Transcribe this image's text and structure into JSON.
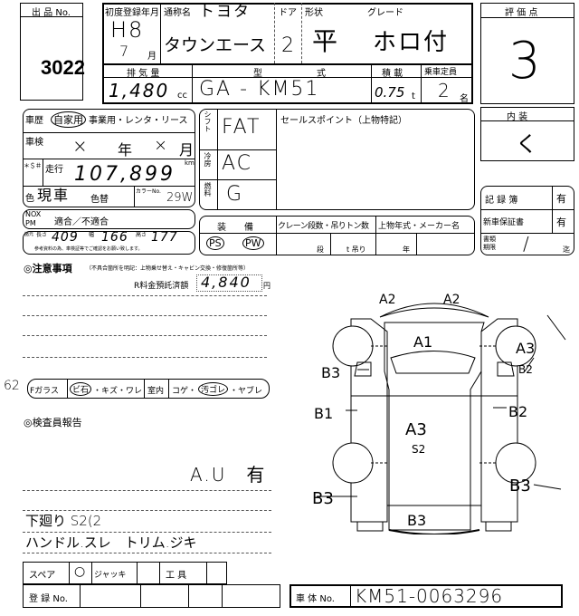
{
  "lot": {
    "label": "出 品 No.",
    "number": "3022"
  },
  "vehicle": {
    "reg_label": "初度登録年月",
    "era_year": "H8",
    "month": "7",
    "month_unit": "月",
    "name_label": "通称名",
    "maker": "トヨタ",
    "model_name": "タウンエース",
    "door_label": "ドア",
    "doors": "2",
    "shape_label": "形状",
    "shape": "平",
    "grade_label": "グレード",
    "grade": "ホロ付",
    "displacement_label": "排 気 量",
    "displacement": "1,480",
    "cc": "cc",
    "type_label_1": "型",
    "type_label_2": "式",
    "type": "GA - KM51",
    "load_label": "積 載",
    "load": "0.75",
    "load_unit": "t",
    "capacity_label": "乗車定員",
    "capacity": "2",
    "capacity_unit": "名"
  },
  "score": {
    "label": "評 価 点",
    "value": "3",
    "interior_label": "内 装",
    "interior": "く"
  },
  "history": {
    "label": "車歴",
    "options": "自家用",
    "options_rest": "事業用・レンタ・リース",
    "inspection_label": "車検",
    "inspection_year": "×",
    "year": "年",
    "inspection_month": "×",
    "month": "月",
    "mileage_prefix": "＊＄＃",
    "mileage_label": "走行",
    "mileage": "107,899",
    "km": "km",
    "color_label": "色",
    "color": "現車",
    "color_change": "色替",
    "color_no_label": "カラーNo.",
    "color_no": "29W"
  },
  "nox": {
    "label_1": "NOX",
    "label_2": "PM",
    "value": "適合／不適合"
  },
  "dims": {
    "label": "諸元",
    "length_label": "長さ",
    "length": "409",
    "width_label": "幅",
    "width": "166",
    "height_label": "高さ",
    "height": "177",
    "note": "参考資料の為、車検証等でご確認をお願い致します。"
  },
  "specs": {
    "shift_label": "シフト",
    "shift": "FAT",
    "ac_label": "冷房",
    "ac": "AC",
    "fuel_label": "燃料",
    "fuel": "G",
    "sales_label": "セールスポイント（上物特記）"
  },
  "equipment": {
    "label": "装　　備",
    "crane_label": "クレーン段数・吊りトン数",
    "body_label": "上物年式・メーカー名",
    "items": [
      "PS",
      "PW"
    ],
    "dan": "段",
    "ton": "t 吊り",
    "nen": "年"
  },
  "records": {
    "book_label": "記 録 簿",
    "book": "有",
    "warranty_label": "新車保証書",
    "warranty": "有",
    "doc_label": "書類期限",
    "doc_value": "/",
    "doc_unit": "迄"
  },
  "notes": {
    "title": "◎注意事項",
    "subtitle": "（不具合箇所を明記：上物乗せ替え・キャビン交換・修復箇所等）",
    "recycle_label": "R料金預託済額",
    "recycle": "4,840",
    "yen": "円"
  },
  "glass": {
    "margin": "62",
    "f_glass": "Fガラス",
    "chip": "ビ石",
    "rest": "・キズ・ワレ",
    "interior": "室内",
    "i1": "コゲ・",
    "dirt": "汚ゴレ",
    "i3": "・ヤブレ"
  },
  "inspector": {
    "title": "◎検査員報告",
    "line1": "A.U　有",
    "line2": "下廻り S2(2",
    "line3": "ハンドル.スレ　トリム.ジキ"
  },
  "accessories": {
    "spare_label": "スペア",
    "spare": "○",
    "jack_label": "ジャッキ",
    "tools_label": "工 具"
  },
  "registration": {
    "label": "登 録 No.",
    "chassis_label": "車 体 No.",
    "chassis": "KM51-0063296"
  },
  "diagram": {
    "marks": [
      "A2",
      "A2",
      "A1",
      "A3",
      "B2",
      "B3",
      "B1",
      "B2",
      "A3",
      "S2",
      "B3",
      "B3",
      "B3"
    ]
  }
}
